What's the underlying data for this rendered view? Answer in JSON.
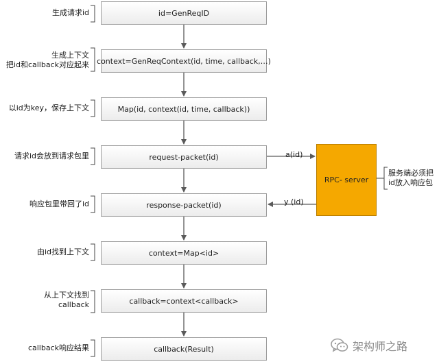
{
  "steps": [
    {
      "box": "id=GenReqID",
      "note": [
        "生成请求id"
      ]
    },
    {
      "box": "context=GenReqContext(id, time, callback,…)",
      "note": [
        "生成上下文",
        "把id和callback对应起来"
      ]
    },
    {
      "box": "Map(id, context(id, time, callback))",
      "note": [
        "以id为key，保存上下文"
      ]
    },
    {
      "box": "request-packet(id)",
      "note": [
        "请求id会放到请求包里"
      ]
    },
    {
      "box": "response-packet(id)",
      "note": [
        "响应包里带回了id"
      ]
    },
    {
      "box": "context=Map<id>",
      "note": [
        "由id找到上下文"
      ]
    },
    {
      "box": "callback=context<callback>",
      "note": [
        "从上下文找到",
        "callback"
      ]
    },
    {
      "box": "callback(Result)",
      "note": [
        "callback响应结果"
      ]
    }
  ],
  "server": {
    "label": "RPC- server",
    "note": [
      "服务端必须把",
      "id放入响应包"
    ]
  },
  "edges": {
    "request": "a(id)",
    "response": "y (id)"
  },
  "watermark": "架构师之路",
  "colors": {
    "server_fill": "#f5a800",
    "arrow": "#5a5a5a",
    "watermark": "#8a8a8a"
  }
}
